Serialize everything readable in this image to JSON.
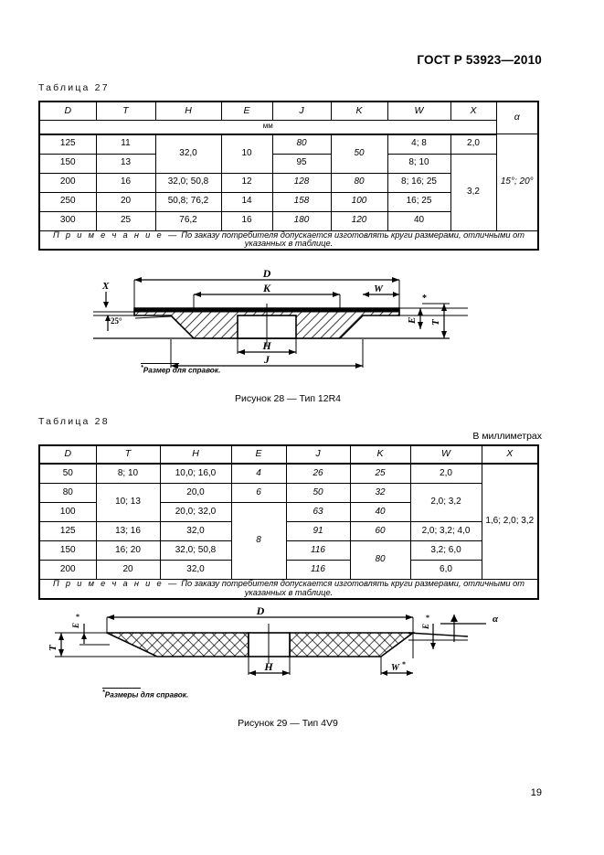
{
  "document": {
    "standard_header": "ГОСТ Р 53923—2010",
    "page_number": "19"
  },
  "table27": {
    "caption": "Таблица  27",
    "headers": [
      "D",
      "T",
      "H",
      "E",
      "J",
      "K",
      "W",
      "X",
      "α"
    ],
    "units_row": "мм",
    "rows": [
      {
        "D": "125",
        "T": "11",
        "H": "32,0",
        "E": "10",
        "J": "80",
        "K": "50",
        "W": "4; 8",
        "X": "2,0",
        "alpha": "15°; 20°"
      },
      {
        "D": "150",
        "T": "13",
        "H": "",
        "E": "",
        "J": "95",
        "K": "",
        "W": "8; 10",
        "X": "3,2",
        "alpha": ""
      },
      {
        "D": "200",
        "T": "16",
        "H": "32,0; 50,8",
        "E": "12",
        "J": "128",
        "K": "80",
        "W": "8; 16; 25",
        "X": "",
        "alpha": ""
      },
      {
        "D": "250",
        "T": "20",
        "H": "50,8; 76,2",
        "E": "14",
        "J": "158",
        "K": "100",
        "W": "16; 25",
        "X": "",
        "alpha": ""
      },
      {
        "D": "300",
        "T": "25",
        "H": "76,2",
        "E": "16",
        "J": "180",
        "K": "120",
        "W": "40",
        "X": "",
        "alpha": ""
      }
    ],
    "note_lead": "П р и м е ч а н и е",
    "note_dash": "—",
    "note_text": "По заказу потребителя допускается изготовлять круги размерами, отличными от указанных в таблице."
  },
  "figure28": {
    "footnote_marker": "*",
    "footnote_text": "Размер для справок.",
    "caption": "Рисунок 28 — Тип 12R4",
    "labels": {
      "diameter": "D",
      "k": "K",
      "w": "W",
      "x": "X",
      "angle": "25°",
      "h": "H",
      "j": "J",
      "e": "E",
      "t": "T",
      "star": "*"
    }
  },
  "table28": {
    "caption": "Таблица  28",
    "units_label": "В миллиметрах",
    "headers": [
      "D",
      "T",
      "H",
      "E",
      "J",
      "K",
      "W",
      "X"
    ],
    "rows": [
      {
        "D": "50",
        "T": "8; 10",
        "H": "10,0; 16,0",
        "E": "4",
        "J": "26",
        "K": "25",
        "W": "2,0",
        "X": "1,6; 2,0; 3,2"
      },
      {
        "D": "80",
        "T": "10; 13",
        "H": "20,0",
        "E": "6",
        "J": "50",
        "K": "32",
        "W": "2,0; 3,2",
        "X": ""
      },
      {
        "D": "100",
        "T": "",
        "H": "20,0; 32,0",
        "E": "8",
        "J": "63",
        "K": "40",
        "W": "",
        "X": ""
      },
      {
        "D": "125",
        "T": "13; 16",
        "H": "32,0",
        "E": "",
        "J": "91",
        "K": "60",
        "W": "2,0; 3,2; 4,0",
        "X": ""
      },
      {
        "D": "150",
        "T": "16; 20",
        "H": "32,0; 50,8",
        "E": "",
        "J": "116",
        "K": "80",
        "W": "3,2; 6,0",
        "X": ""
      },
      {
        "D": "200",
        "T": "20",
        "H": "32,0",
        "E": "",
        "J": "116",
        "K": "",
        "W": "6,0",
        "X": ""
      }
    ],
    "note_lead": "П р и м е ч а н и е",
    "note_dash": "—",
    "note_text": "По заказу потребителя допускается изготовлять круги размерами, отличными от указанных в таблице."
  },
  "figure29": {
    "footnote_marker": "*",
    "footnote_text": "Размеры для справок.",
    "caption": "Рисунок 29 — Тип 4V9",
    "labels": {
      "diameter": "D",
      "t": "T",
      "h": "H",
      "w": "W",
      "e": "E",
      "alpha": "α",
      "star": "*"
    }
  }
}
